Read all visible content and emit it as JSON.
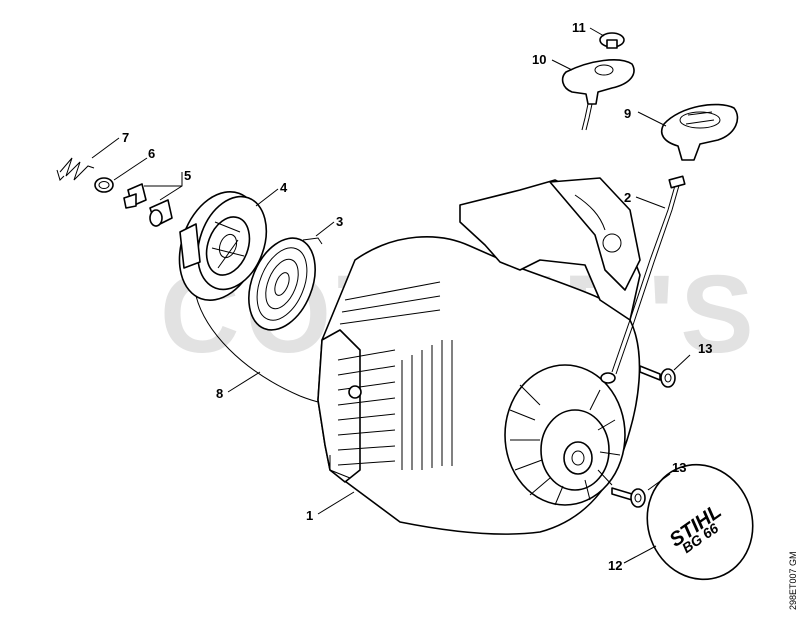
{
  "watermark": "COTTER'S",
  "drawing_code": "298ET007 GM",
  "logo": {
    "brand": "STIHL",
    "model": "BG 66"
  },
  "callouts": [
    {
      "id": "c1",
      "label": "1"
    },
    {
      "id": "c2",
      "label": "2"
    },
    {
      "id": "c3",
      "label": "3"
    },
    {
      "id": "c4",
      "label": "4"
    },
    {
      "id": "c5",
      "label": "5"
    },
    {
      "id": "c6",
      "label": "6"
    },
    {
      "id": "c7",
      "label": "7"
    },
    {
      "id": "c8",
      "label": "8"
    },
    {
      "id": "c9",
      "label": "9"
    },
    {
      "id": "c10",
      "label": "10"
    },
    {
      "id": "c11",
      "label": "11"
    },
    {
      "id": "c12",
      "label": "12"
    },
    {
      "id": "c13a",
      "label": "13"
    },
    {
      "id": "c13b",
      "label": "13"
    }
  ],
  "parts": [
    {
      "label": "1",
      "name": "fan-housing"
    },
    {
      "label": "2",
      "name": "throttle-cable"
    },
    {
      "label": "3",
      "name": "rewind-spring"
    },
    {
      "label": "4",
      "name": "rope-rotor"
    },
    {
      "label": "5",
      "name": "pawls"
    },
    {
      "label": "6",
      "name": "washer"
    },
    {
      "label": "7",
      "name": "spring-clip"
    },
    {
      "label": "8",
      "name": "starter-rope"
    },
    {
      "label": "9",
      "name": "grip-cover"
    },
    {
      "label": "10",
      "name": "starter-grip"
    },
    {
      "label": "11",
      "name": "grip-plug"
    },
    {
      "label": "12",
      "name": "model-plate"
    },
    {
      "label": "13",
      "name": "screws"
    }
  ]
}
